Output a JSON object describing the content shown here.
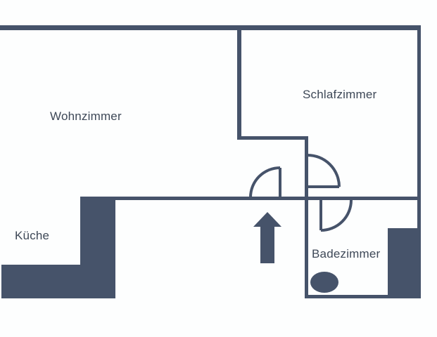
{
  "floorplan": {
    "title": "apartment floor plan",
    "background_color": "#fdfefe",
    "wall_color": "#46536a",
    "label_color": "#3e4857",
    "rooms": [
      {
        "id": "wohnzimmer",
        "label": "Wohnzimmer"
      },
      {
        "id": "schlafzimmer",
        "label": "Schlafzimmer"
      },
      {
        "id": "kueche",
        "label": "Küche"
      },
      {
        "id": "badezimmer",
        "label": "Badezimmer"
      }
    ],
    "symbols": [
      {
        "id": "entrance-arrow",
        "meaning": "up-pointing entrance arrow"
      },
      {
        "id": "door-arcs",
        "meaning": "door swing arcs",
        "count": 3
      },
      {
        "id": "oval-fixture",
        "meaning": "oval bathroom fixture"
      }
    ]
  }
}
